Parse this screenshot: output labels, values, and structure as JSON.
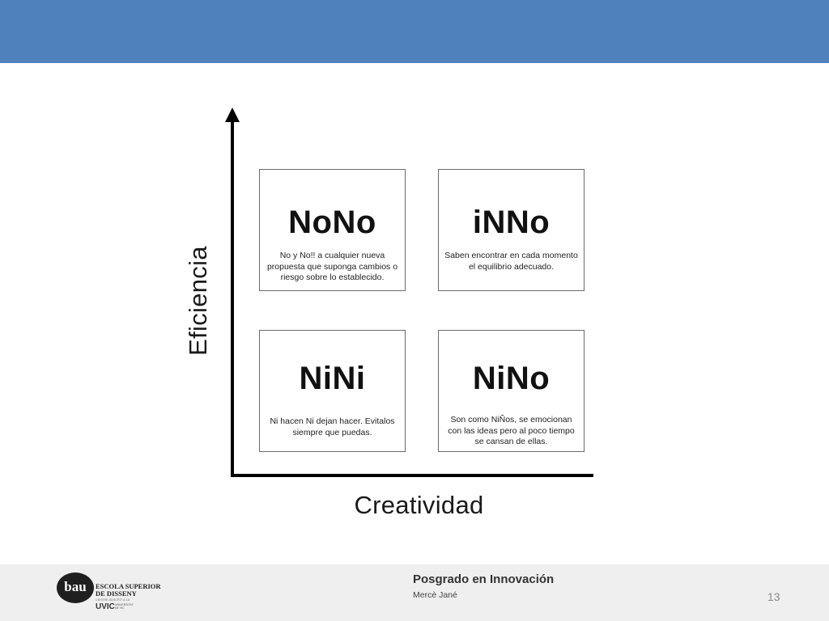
{
  "diagram": {
    "y_axis_label": "Eficiencia",
    "x_axis_label": "Creatividad",
    "quadrants": [
      {
        "title": "NoNo",
        "description": "No y No!! a cualquier nueva propuesta que suponga cambios o riesgo sobre lo establecido."
      },
      {
        "title": "iNNo",
        "description": "Saben encontrar en cada momento el equilibrio adecuado."
      },
      {
        "title": "NiNi",
        "description": "Ni hacen Ni dejan hacer. Evitalos siempre que puedas."
      },
      {
        "title": "NiNo",
        "description": "Son como NiÑos, se emocionan con las ideas pero al poco tiempo se cansan de ellas."
      }
    ]
  },
  "footer": {
    "logo": {
      "mark": "bau",
      "school_line1": "ESCOLA SUPERIOR",
      "school_line2": "DE DISSENY",
      "tagline": "CENTRE ADSCRIT A LA",
      "uvic": "UVIC",
      "university_line1": "UNIVERSITAT",
      "university_line2": "DE VIC"
    },
    "course": "Posgrado en  Innovación",
    "author": "Mercè Jané",
    "page_number": "13"
  },
  "colors": {
    "header_bar": "#4f81bd",
    "footer_bg": "#efefef"
  }
}
